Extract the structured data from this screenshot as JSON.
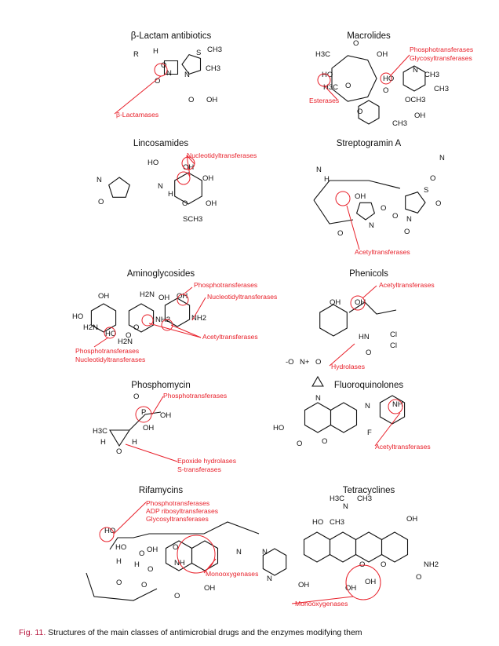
{
  "panels": {
    "beta_lactam": {
      "title": "β-Lactam antibiotics",
      "enzymes": [
        "β-Lactamases"
      ],
      "atoms": [
        "R",
        "H",
        "N",
        "O",
        "S",
        "CH3",
        "CH3",
        "N",
        "O",
        "OH",
        "O"
      ]
    },
    "macrolides": {
      "title": "Macrolides",
      "enzymes": [
        "Phosphotransferases",
        "Glycosyltransferases",
        "Esterases"
      ],
      "atoms": [
        "O",
        "H3C",
        "HO",
        "OH",
        "O",
        "HO",
        "N",
        "CH3",
        "O",
        "CH3",
        "H3C",
        "O",
        "OCH3",
        "OH",
        "CH3"
      ]
    },
    "lincosamides": {
      "title": "Lincosamides",
      "enzymes": [
        "Nucleotidyltransferases"
      ],
      "atoms": [
        "HO",
        "N",
        "O",
        "H",
        "N",
        "OH",
        "OH",
        "O",
        "OH",
        "SCH3"
      ]
    },
    "streptogramin": {
      "title": "Streptogramin A",
      "enzymes": [
        "Acetyltransferases"
      ],
      "atoms": [
        "N",
        "H",
        "O",
        "N",
        "S",
        "O",
        "O",
        "OH",
        "O",
        "N",
        "O",
        "N",
        "O"
      ]
    },
    "aminoglycosides": {
      "title": "Aminoglycosides",
      "enzymes": [
        "Phosphotransferases",
        "Nucleotidyltransferases",
        "Phosphotransferases",
        "Nucleotidyltransferases",
        "Acetyltransferases"
      ],
      "atoms": [
        "OH",
        "HO",
        "H2N",
        "HO",
        "H2N",
        "OH",
        "OH",
        "NH2",
        "NH2",
        "H2N",
        "O",
        "O"
      ]
    },
    "phenicols": {
      "title": "Phenicols",
      "enzymes": [
        "Acetyltransferases",
        "Hydrolases"
      ],
      "atoms": [
        "OH",
        "OH",
        "HN",
        "Cl",
        "Cl",
        "O",
        "-O",
        "N+",
        "O"
      ]
    },
    "phosphomycin": {
      "title": "Phosphomycin",
      "enzymes": [
        "Phosphotransferases",
        "Epoxide hydrolases",
        "S-transferases"
      ],
      "atoms": [
        "O",
        "P",
        "OH",
        "OH",
        "H3C",
        "H",
        "H",
        "O"
      ]
    },
    "fluoroquinolones": {
      "title": "Fluoroquinolones",
      "enzymes": [
        "Acetyltransferases"
      ],
      "atoms": [
        "N",
        "N",
        "NH",
        "HO",
        "O",
        "O",
        "F"
      ]
    },
    "rifamycins": {
      "title": "Rifamycins",
      "enzymes": [
        "Phosphotransferases",
        "ADP ribosyltransferases",
        "Glycosyltransferases",
        "Monooxygenases"
      ],
      "atoms": [
        "HO",
        "O",
        "H",
        "HO",
        "OH",
        "O",
        "NH",
        "O",
        "O",
        "N",
        "N",
        "N",
        "OH",
        "O",
        "O",
        "H"
      ]
    },
    "tetracyclines": {
      "title": "Tetracyclines",
      "enzymes": [
        "Monooxygenases"
      ],
      "atoms": [
        "H3C",
        "N",
        "CH3",
        "HO",
        "CH3",
        "OH",
        "NH2",
        "OH",
        "OH",
        "OH",
        "O",
        "O",
        "O"
      ]
    }
  },
  "caption": {
    "label": "Fig. 11.",
    "text": "Structures of the main classes of antimicrobial drugs and the enzymes modifying them"
  }
}
